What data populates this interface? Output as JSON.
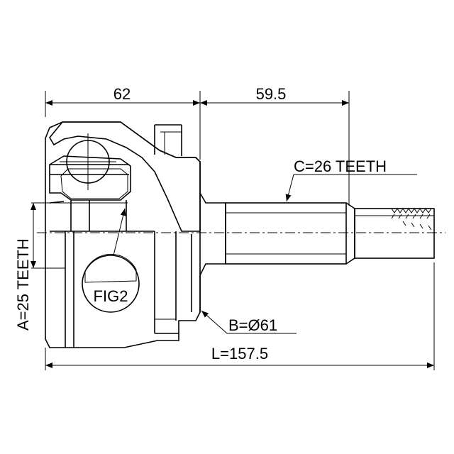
{
  "dimensions": {
    "top_left": "62",
    "top_right": "59.5",
    "spline_c": "C=26 TEETH",
    "spline_a": "A=25 TEETH",
    "diameter_b": "B=Ø61",
    "length_l": "L=157.5"
  },
  "detail_label": "FIG2"
}
